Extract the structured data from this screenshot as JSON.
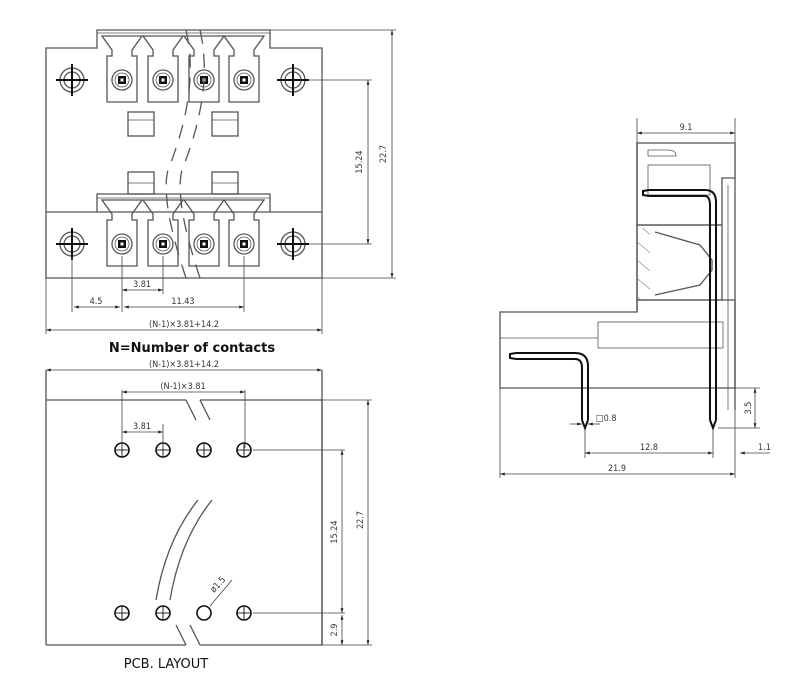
{
  "front_view": {
    "dim_pitch": "3.81",
    "dim_edge": "4.5",
    "dim_span": "11.43",
    "dim_total_width": "(N-1)×3.81+14.2",
    "dim_hole_spacing": "15.24",
    "dim_height": "22.7",
    "caption": "N=Number of contacts"
  },
  "pcb_layout": {
    "dim_total_width": "(N-1)×3.81+14.2",
    "dim_pitch_span": "(N-1)×3.81",
    "dim_pitch": "3.81",
    "dim_hole_diameter": "ø1.5",
    "dim_row_spacing": "15.24",
    "dim_height": "22.7",
    "dim_edge": "2.9",
    "caption": "PCB. LAYOUT"
  },
  "side_view": {
    "dim_top_width": "9.1",
    "dim_pin_square": "□0.8",
    "dim_pin_spacing": "12.8",
    "dim_total_length": "21.9",
    "dim_pin_length": "3.5",
    "dim_offset": "1.1"
  }
}
